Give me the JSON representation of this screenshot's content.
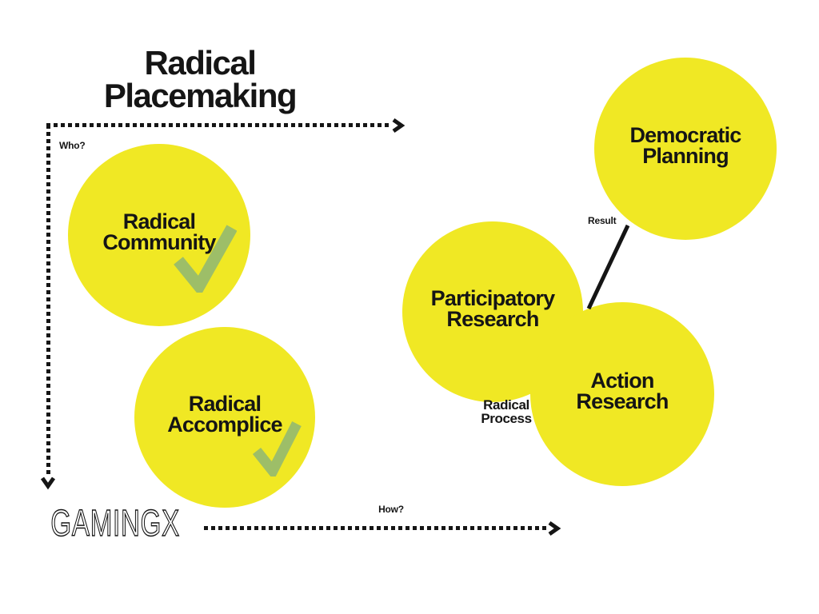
{
  "title": {
    "line1": "Radical",
    "line2": "Placemaking"
  },
  "axes": {
    "who": "Who?",
    "how": "How?"
  },
  "bubbles": {
    "community": {
      "line1": "Radical",
      "line2": "Community"
    },
    "accomplice": {
      "line1": "Radical",
      "line2": "Accomplice"
    },
    "participatory": {
      "line1": "Participatory",
      "line2": "Research"
    },
    "action": {
      "line1": "Action",
      "line2": "Research"
    },
    "democratic": {
      "line1": "Democratic",
      "line2": "Planning"
    }
  },
  "annotations": {
    "result": "Result",
    "process_line1": "Radical",
    "process_line2": "Process"
  },
  "logo": "GAMINGX",
  "colors": {
    "bubble": "#F0E824",
    "check": "#9DBE68",
    "ink": "#151515",
    "background": "#FFFFFF"
  }
}
